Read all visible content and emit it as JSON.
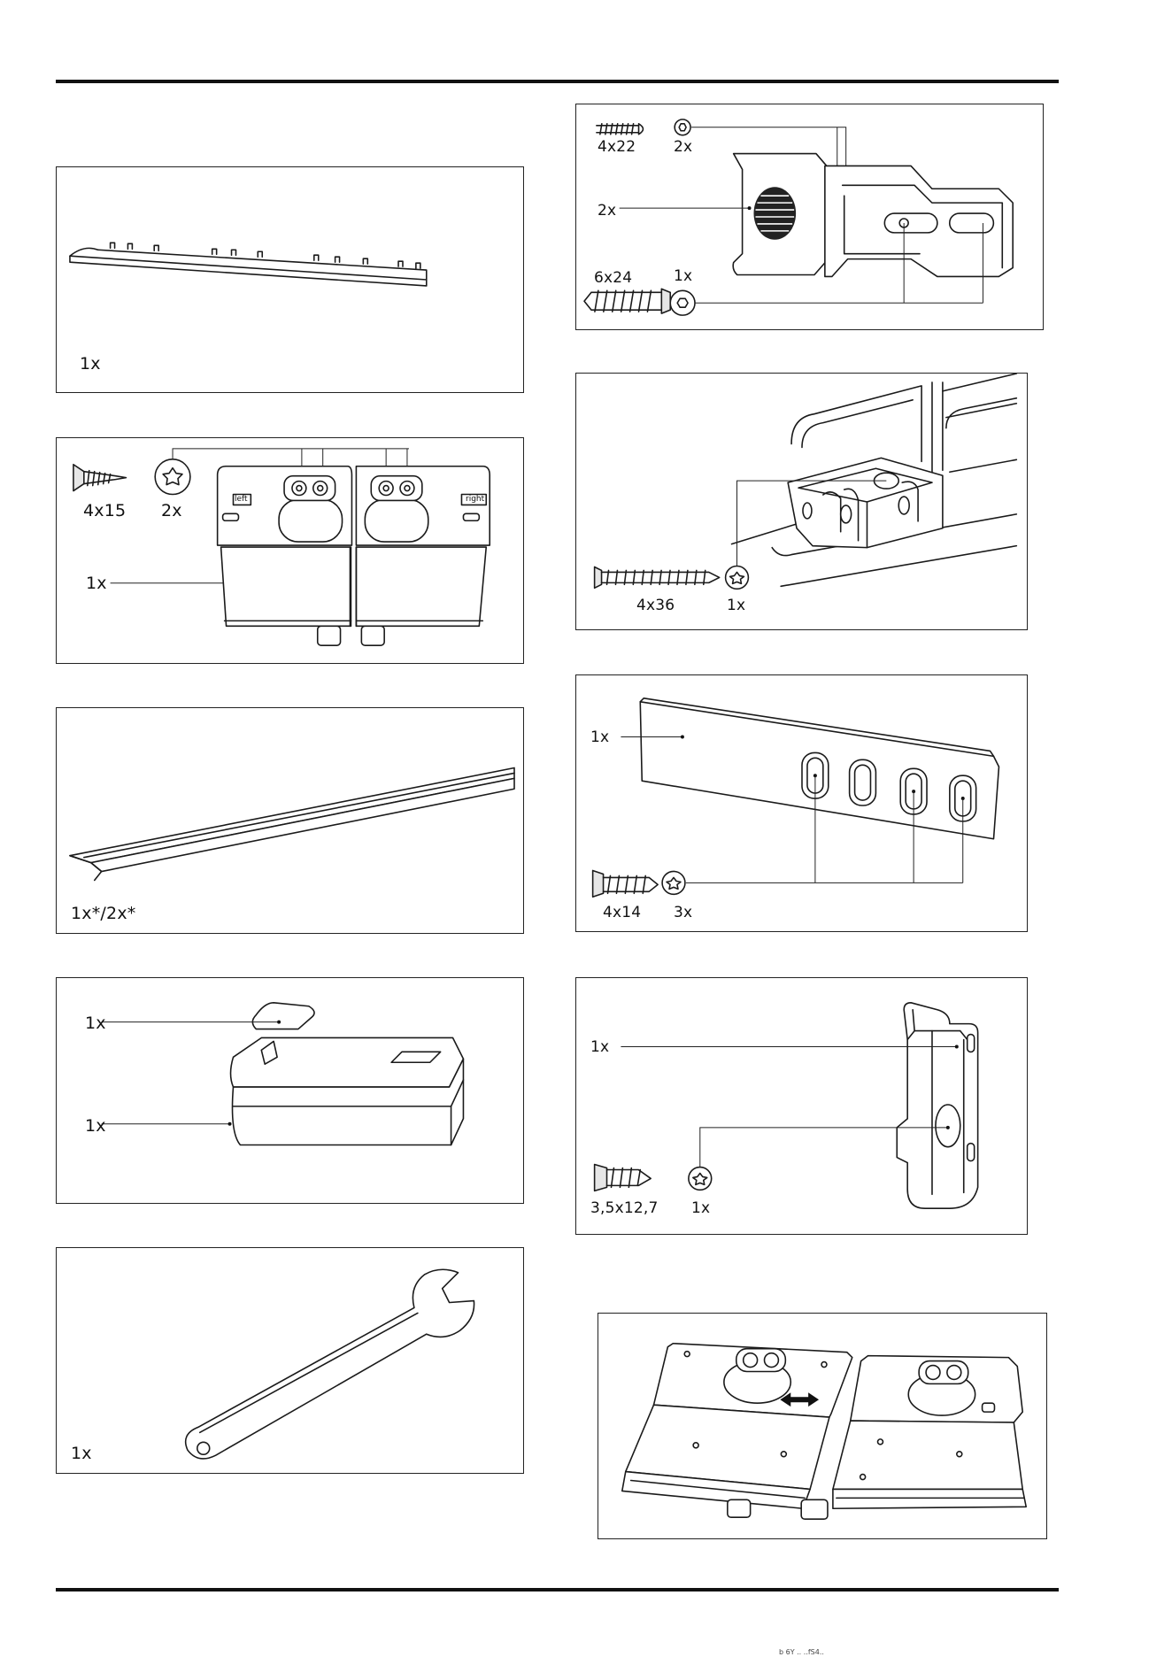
{
  "panels": {
    "p1": {
      "qty": "1x"
    },
    "p2": {
      "screw": "4x15",
      "bit": "2x",
      "qty": "1x",
      "tag_left": "left",
      "tag_right": "right"
    },
    "p3": {
      "qty": "1x*/2x*"
    },
    "p4": {
      "qty_top": "1x",
      "qty_bottom": "1x"
    },
    "p5": {
      "qty": "1x"
    },
    "p6": {
      "screw_a": "4x22",
      "bit_a": "2x",
      "cover": "2x",
      "screw_b": "6x24",
      "bit_b": "1x"
    },
    "p7": {
      "screw": "4x36",
      "bit": "1x"
    },
    "p8": {
      "plate": "1x",
      "screw": "4x14",
      "bit": "3x"
    },
    "p9": {
      "bracket": "1x",
      "screw": "3,5x12,7",
      "bit": "1x"
    },
    "p10": {}
  },
  "footer": {
    "text": "b 6Y .. ..fS4.."
  },
  "icons": [
    "screw-icon",
    "torx-bit-icon",
    "hex-bit-icon",
    "wrench-icon",
    "arrow-double-icon"
  ]
}
